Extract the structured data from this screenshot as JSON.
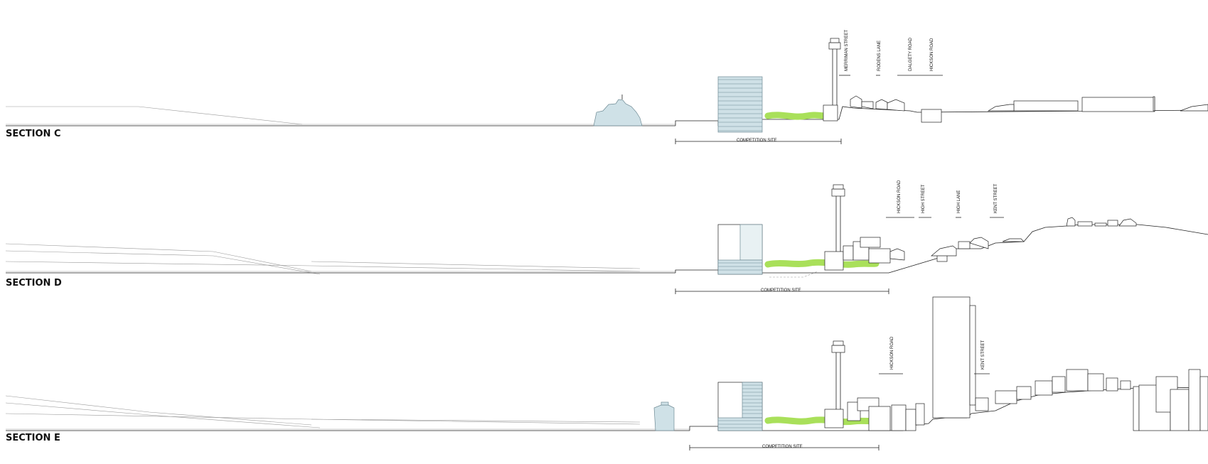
{
  "sections": [
    {
      "id": "c",
      "title": "SECTION C",
      "site_label": "COMPETITION SITE",
      "streets": [
        "MERRIMAN STREET",
        "RODENS LANE",
        "DALGETY ROAD",
        "HICKSON ROAD"
      ]
    },
    {
      "id": "d",
      "title": "SECTION D",
      "site_label": "COMPETITION SITE",
      "streets": [
        "HICKSON ROAD",
        "HIGH STREET",
        "HIGH LANE",
        "KENT STREET"
      ]
    },
    {
      "id": "e",
      "title": "SECTION E",
      "site_label": "COMPETITION SITE",
      "streets": [
        "HICKSON ROAD",
        "KENT STREET"
      ]
    }
  ],
  "colors": {
    "ship": "#cfe1e7",
    "building_glass": "#cfe1e7",
    "landscape": "#a9e05a",
    "line": "#222222"
  }
}
